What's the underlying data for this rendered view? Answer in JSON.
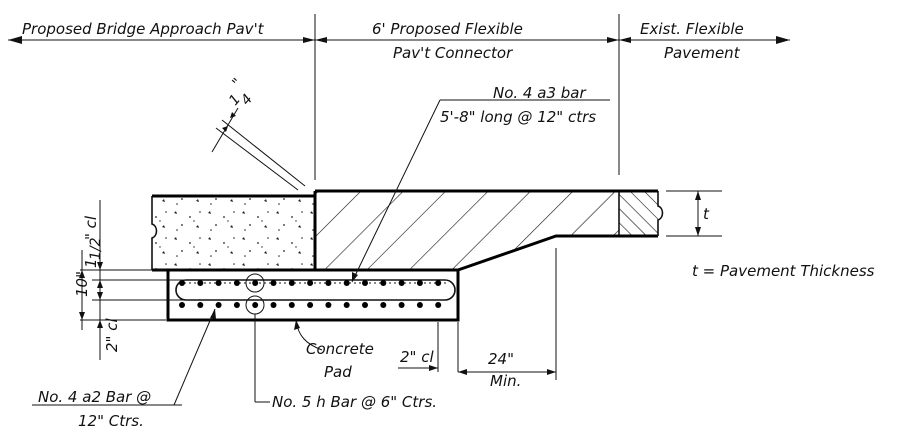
{
  "header": {
    "approach": "Proposed Bridge Approach Pav't",
    "connector_line1": "6' Proposed Flexible",
    "connector_line2": "Pav't Connector",
    "existing_line1": "Exist. Flexible",
    "existing_line2": "Pavement"
  },
  "callouts": {
    "quarter_inch_num": "1",
    "quarter_inch_den": "4",
    "quarter_inch_mark": "\"",
    "a3_bar_line1": "No. 4 a3 bar",
    "a3_bar_line2": "5'-8\" long @ 12\" ctrs",
    "a2_bar_line1": "No. 4 a2 Bar @",
    "a2_bar_line2": "12\" Ctrs.",
    "h_bar": "No. 5 h Bar @ 6\" Ctrs.",
    "concrete_pad_line1": "Concrete",
    "concrete_pad_line2": "Pad"
  },
  "dimensions": {
    "cover_top_whole": "1",
    "cover_top_frac": "1/2",
    "cover_top_unit": "\" cl",
    "slab_depth": "10\"",
    "cover_bottom": "2\" cl",
    "cover_side": "2\" cl",
    "min_length": "24\"",
    "min_label": "Min.",
    "thickness_symbol": "t"
  },
  "legend": {
    "thickness_definition": "t = Pavement Thickness"
  }
}
